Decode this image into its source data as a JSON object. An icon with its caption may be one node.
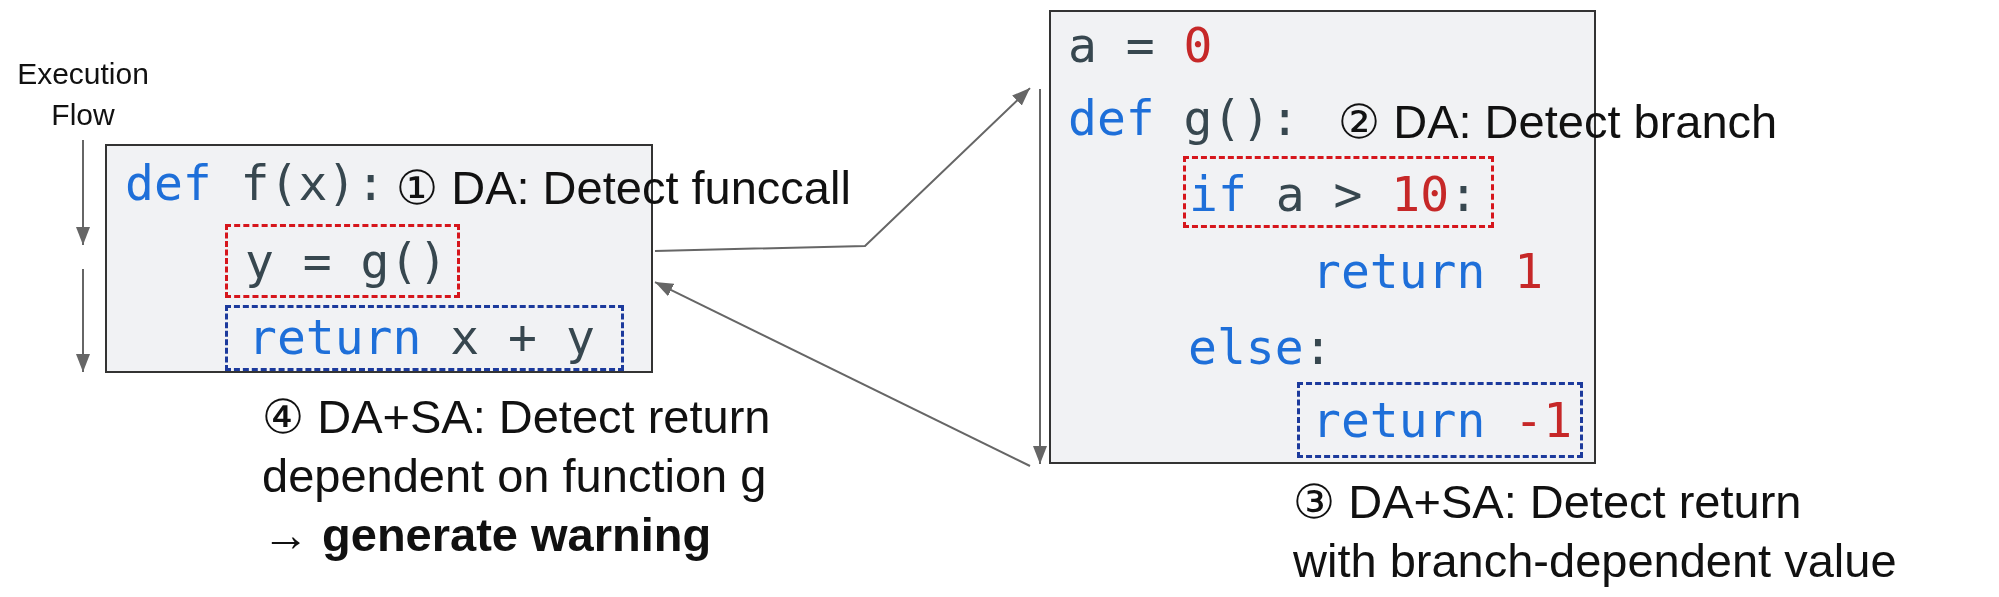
{
  "diagram": {
    "nodes": [
      {
        "text": [
          "def f(x):"
        ]
      },
      {
        "text": [
          "y = g()"
        ],
        "in": 0,
        "beside": [
          "① DA: Detect funccall"
        ]
      },
      {
        "text": [
          "return x + y"
        ],
        "in": 0,
        "beside": [
          "④ DA+SA: Detect return dependent on function g → **generate warning**"
        ]
      },
      {
        "text": [
          "a = 0",
          "def g():",
          "return 1",
          "else:"
        ]
      },
      {
        "text": [
          "if a > 10:"
        ],
        "in": 3,
        "beside": [
          "② DA: Detect branch"
        ]
      },
      {
        "text": [
          "return -1"
        ],
        "in": 3,
        "beside": [
          "③ DA+SA: Detect return with branch-dependent value"
        ]
      }
    ],
    "edges": [
      {
        "from": 0,
        "to": 3,
        "arrow": "to"
      },
      {
        "from": 3,
        "to": 0,
        "arrow": "to"
      }
    ],
    "labels": [
      "Execution Flow"
    ]
  }
}
